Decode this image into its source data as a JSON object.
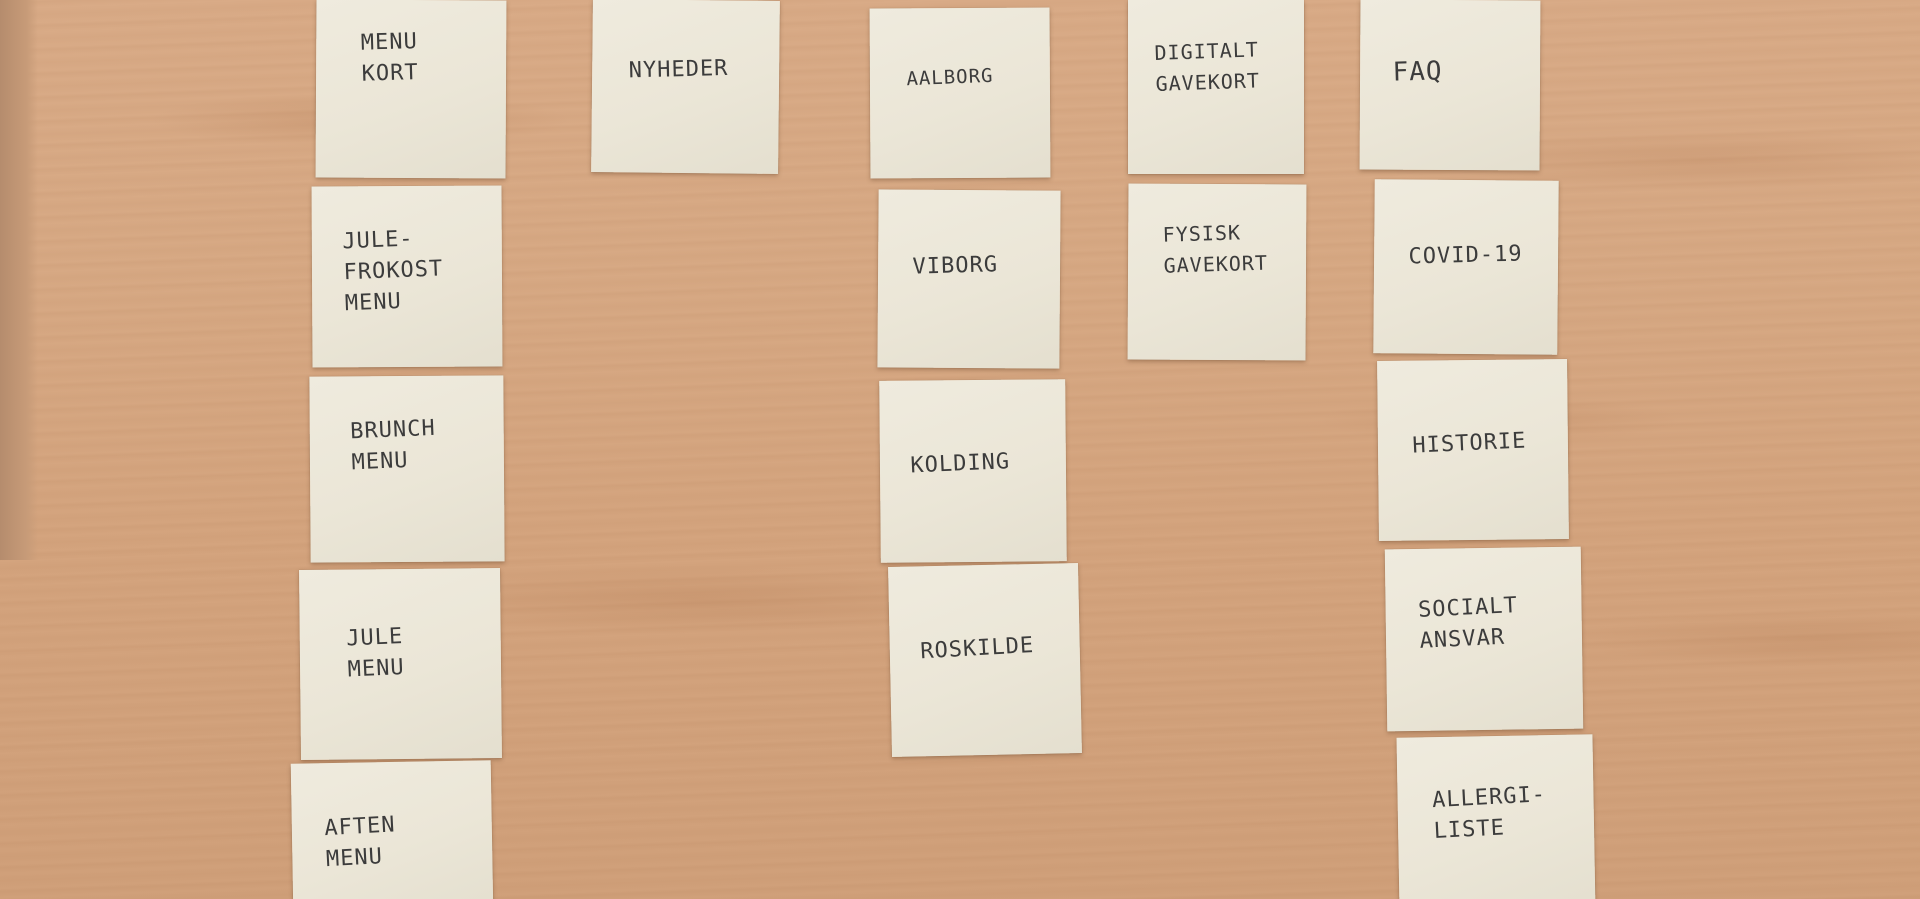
{
  "notes": {
    "menu_kort": "MENU\nKORT",
    "julefrokost_menu": "JULE-\nFROKOST\nMENU",
    "brunch_menu": "BRUNCH\nMENU",
    "jule_menu": "JULE\nMENU",
    "aften_menu": "AFTEN\nMENU",
    "nyheder": "NYHEDER",
    "aalborg": "AALBORG",
    "viborg": "VIBORG",
    "kolding": "KOLDING",
    "roskilde": "ROSKILDE",
    "digitalt_gavekort": "DIGITALT\nGAVEKORT",
    "fysisk_gavekort": "FYSISK\nGAVEKORT",
    "faq": "FAQ",
    "covid_19": "COVID-19",
    "historie": "HISTORIE",
    "socialt_ansvar": "SOCIALT\nANSVAR",
    "allergiliste": "ALLERGI-\nLISTE"
  }
}
